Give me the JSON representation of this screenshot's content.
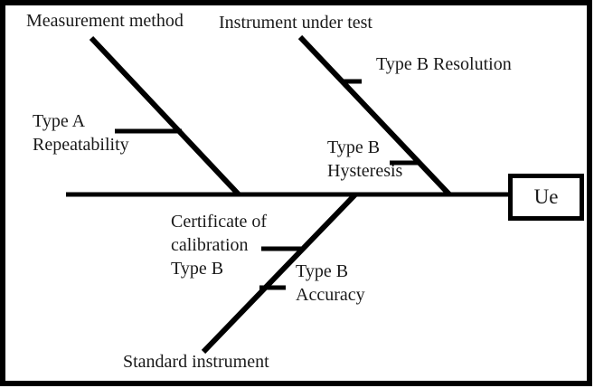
{
  "diagram": {
    "type": "fishbone",
    "effect_label": "Ue",
    "bones": [
      {
        "name": "measurement-method",
        "label": "Measurement method",
        "causes": [
          {
            "name": "type-a-repeatability",
            "lines": [
              "Type A",
              "Repeatability"
            ]
          }
        ]
      },
      {
        "name": "instrument-under-test",
        "label": "Instrument under test",
        "causes": [
          {
            "name": "type-b-resolution",
            "lines": [
              "Type B Resolution"
            ]
          },
          {
            "name": "type-b-hysteresis",
            "lines": [
              "Type B",
              "Hysteresis"
            ]
          }
        ]
      },
      {
        "name": "standard-instrument",
        "label": "Standard instrument",
        "causes": [
          {
            "name": "certificate-of-calibration-type-b",
            "lines": [
              "Certificate of",
              "calibration",
              "Type B"
            ]
          },
          {
            "name": "type-b-accuracy",
            "lines": [
              "Type B",
              "Accuracy"
            ]
          }
        ]
      }
    ],
    "colors": {
      "line": "#000000",
      "text": "#1a1a1a",
      "background": "#ffffff",
      "border": "#000000"
    }
  }
}
